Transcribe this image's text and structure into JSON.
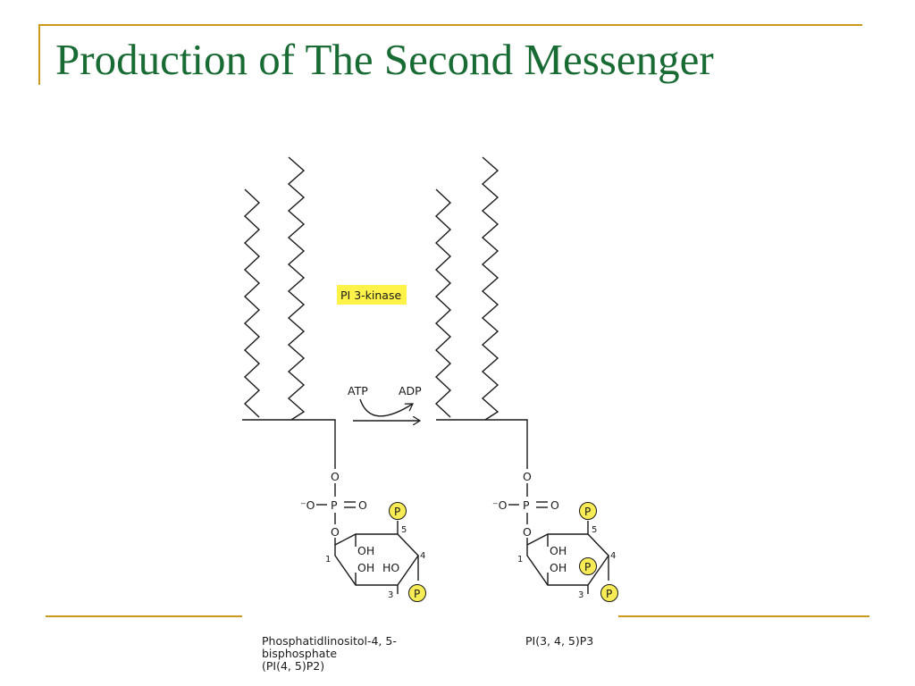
{
  "slide": {
    "title": "Production of The Second Messenger"
  },
  "diagram": {
    "enzyme_label": "PI 3-kinase",
    "cofactor_in": "ATP",
    "cofactor_out": "ADP",
    "atoms": {
      "oxygen": "O",
      "phosphate_oxygen": "⁻O",
      "phosphorus": "P",
      "hydroxyl": "OH",
      "hydroxyl_reversed": "HO",
      "phosphate_group": "P"
    },
    "ring_positions": {
      "c1": "1",
      "c3": "3",
      "c4": "4",
      "c5": "5"
    },
    "substrate": {
      "caption_line1": "Phosphatidlinositol-4, 5-",
      "caption_line2": "bisphosphate",
      "caption_line3": "(PI(4, 5)P2)"
    },
    "product": {
      "caption": "PI(3, 4, 5)P3"
    }
  },
  "colors": {
    "title": "#196b34",
    "accent_line": "#c99a1e",
    "highlight": "#fff34a",
    "phosphate_badge": "#f7ec55"
  }
}
